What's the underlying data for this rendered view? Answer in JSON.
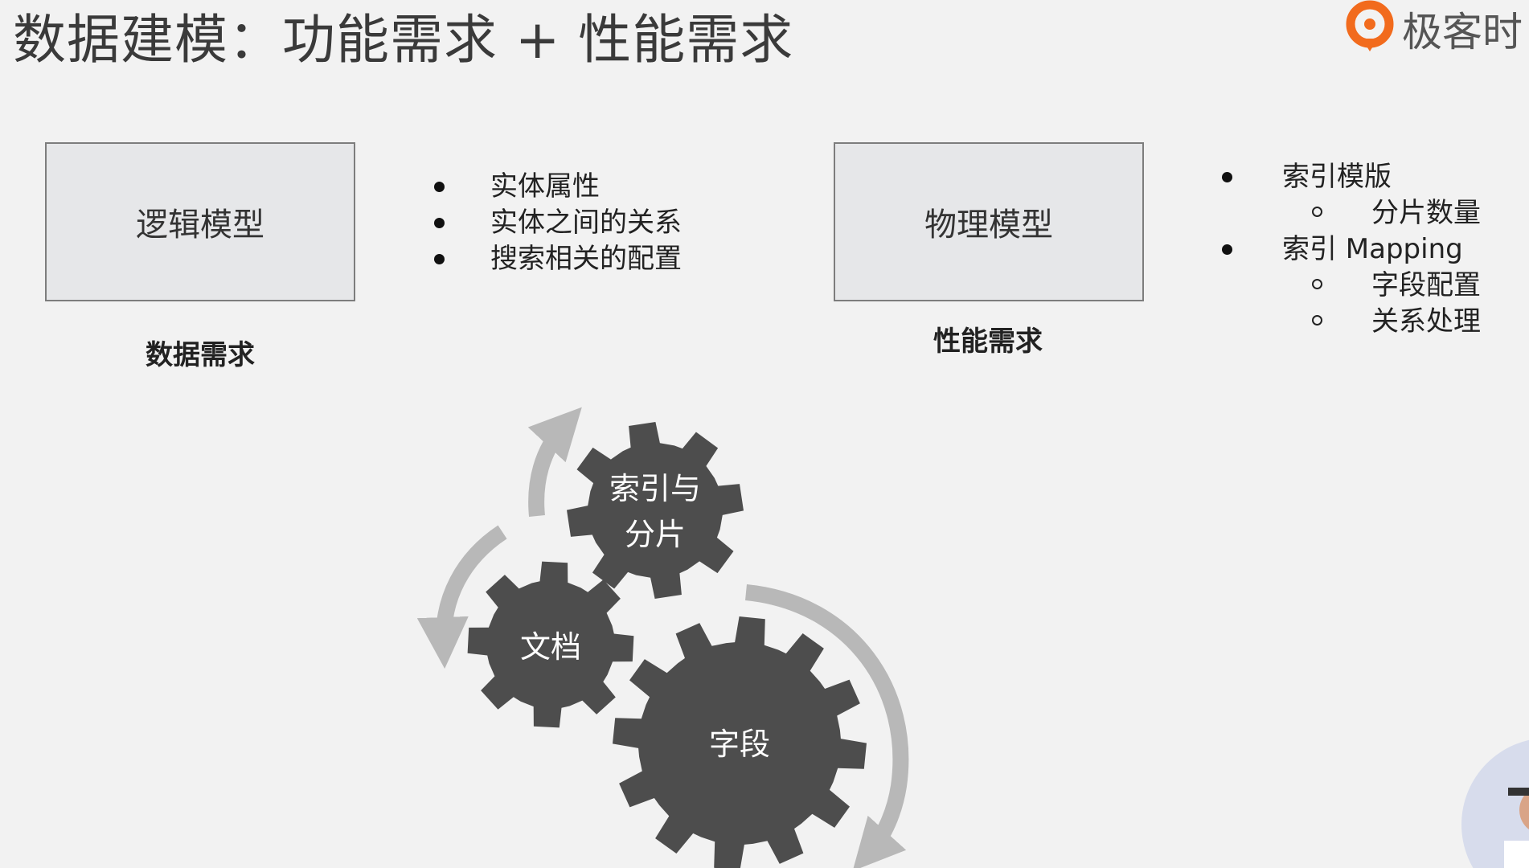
{
  "title": "数据建模：功能需求 + 性能需求",
  "logo": {
    "text": "极客时"
  },
  "left": {
    "box_label": "逻辑模型",
    "caption": "数据需求",
    "bullets": [
      "实体属性",
      "实体之间的关系",
      "搜索相关的配置"
    ]
  },
  "right": {
    "box_label": "物理模型",
    "caption": "性能需求",
    "bullets": [
      {
        "text": "索引模版",
        "level": 1
      },
      {
        "text": "分片数量",
        "level": 2
      },
      {
        "text": "索引 Mapping",
        "level": 1
      },
      {
        "text": "字段配置",
        "level": 2
      },
      {
        "text": "关系处理",
        "level": 2
      }
    ]
  },
  "gears": {
    "top": {
      "line1": "索引与",
      "line2": "分片"
    },
    "left": {
      "label": "文档"
    },
    "big": {
      "label": "字段"
    }
  },
  "colors": {
    "gear": "#4d4d4d",
    "arrow": "#b8b8b8",
    "box_fill": "#e6e7e9",
    "logo_orange": "#f26b1d"
  }
}
